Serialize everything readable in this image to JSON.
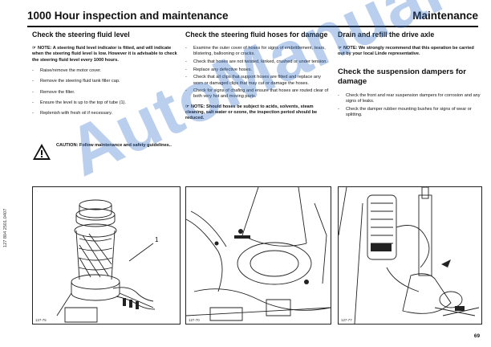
{
  "header": {
    "title": "1000 Hour inspection and maintenance",
    "section": "Maintenance"
  },
  "col1": {
    "heading": "Check the steering fluid level",
    "note_text": "NOTE: A steering fluid level indicator is fitted, and will indicate when the steering fluid level is low. However it is advisable to check the steering fluid level every 1000 hours.",
    "items": [
      "Raise/remove the motor cover.",
      "Remove the steering fluid tank filler cap.",
      "Remove the filter.",
      "Ensure the level is up to the top of tube (1).",
      "Replenish with fresh oil if necessary."
    ],
    "caution": "CAUTION: Follow maintenance and safety guidelines.."
  },
  "col2": {
    "heading": "Check the steering fluid hoses for damage",
    "items": [
      "Examine the outer cover of hoses for signs of embrittlement, tears, blistering, ballooning or cracks.",
      "Check that hoses are not twisted, kinked, crushed or under tension.",
      "Replace any defective hoses.",
      "Check that all clips that support hoses are fitted and replace any worn or damaged clips that may cut or damage the hoses.",
      "Check for signs of chafing and ensure that hoses are routed clear of both very hot and moving parts."
    ],
    "note_text": "NOTE: Should hoses be subject to acids, solvents, steam cleaning, salt water or ozone, the inspection period should be reduced."
  },
  "col3": {
    "heading": "Drain and refill the drive axle",
    "note_text": "NOTE: We strongly recommend that this operation be carried out by your local Linde representative.",
    "heading2": "Check the suspension dampers for damage",
    "items": [
      "Check the front and rear suspension dampers for corrosion and any signs of leaks.",
      "Check the damper rubber mounting bushes for signs of wear or splitting."
    ]
  },
  "figures": {
    "fig1_caption": "127-75",
    "fig1_callout": "1",
    "fig2_caption": "127-70",
    "fig3_caption": "127-77"
  },
  "note_icon": "pointing-hand-icon",
  "warning_icon": "warning-triangle-icon",
  "doc_number": "127 804 2501.0407",
  "page_number": "69",
  "watermark": "AutoManual",
  "colors": {
    "watermark": "#2b6ec9"
  }
}
